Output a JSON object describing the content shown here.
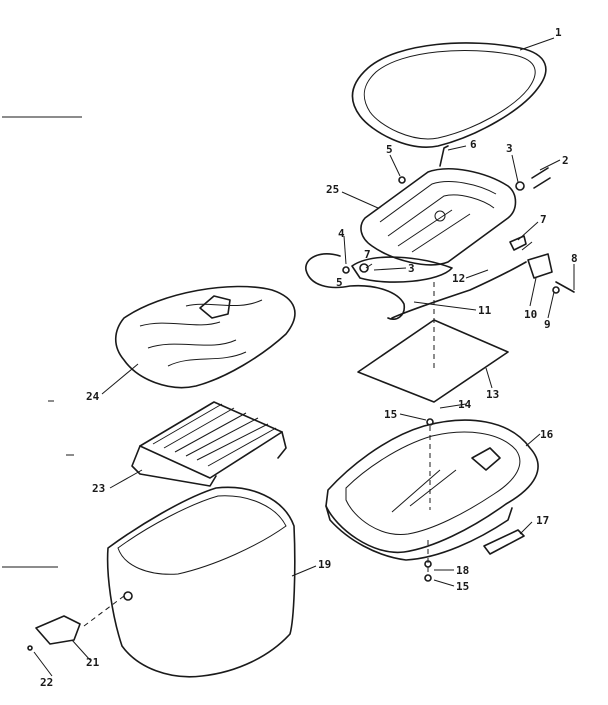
{
  "callouts": {
    "c1": "1",
    "c2": "2",
    "c3a": "3",
    "c3b": "3",
    "c4": "4",
    "c5a": "5",
    "c5b": "5",
    "c6": "6",
    "c7a": "7",
    "c7b": "7",
    "c8": "8",
    "c9": "9",
    "c10": "10",
    "c11": "11",
    "c12": "12",
    "c13": "13",
    "c14": "14",
    "c15a": "15",
    "c15b": "15",
    "c16": "16",
    "c17": "17",
    "c18": "18",
    "c19": "19",
    "c21": "21",
    "c22": "22",
    "c23": "23",
    "c24": "24",
    "c25": "25"
  }
}
